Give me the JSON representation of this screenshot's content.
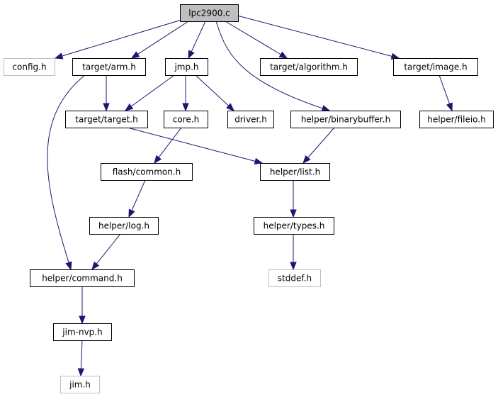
{
  "diagram": {
    "colors": {
      "edge": "#191970",
      "node_border": "#000000",
      "external_border": "#bfbfbf",
      "root_fill": "#bfbfbf",
      "background": "#ffffff"
    },
    "nodes": [
      {
        "id": "lpc2900_c",
        "label": "lpc2900.c",
        "kind": "root"
      },
      {
        "id": "config_h",
        "label": "config.h",
        "kind": "external"
      },
      {
        "id": "target_arm_h",
        "label": "target/arm.h",
        "kind": "normal"
      },
      {
        "id": "jmp_h",
        "label": "jmp.h",
        "kind": "normal"
      },
      {
        "id": "target_algorithm_h",
        "label": "target/algorithm.h",
        "kind": "normal"
      },
      {
        "id": "target_image_h",
        "label": "target/image.h",
        "kind": "normal"
      },
      {
        "id": "target_target_h",
        "label": "target/target.h",
        "kind": "normal"
      },
      {
        "id": "core_h",
        "label": "core.h",
        "kind": "normal"
      },
      {
        "id": "driver_h",
        "label": "driver.h",
        "kind": "normal"
      },
      {
        "id": "helper_binarybuffer_h",
        "label": "helper/binarybuffer.h",
        "kind": "normal"
      },
      {
        "id": "helper_fileio_h",
        "label": "helper/fileio.h",
        "kind": "normal"
      },
      {
        "id": "flash_common_h",
        "label": "flash/common.h",
        "kind": "normal"
      },
      {
        "id": "helper_list_h",
        "label": "helper/list.h",
        "kind": "normal"
      },
      {
        "id": "helper_log_h",
        "label": "helper/log.h",
        "kind": "normal"
      },
      {
        "id": "helper_types_h",
        "label": "helper/types.h",
        "kind": "normal"
      },
      {
        "id": "helper_command_h",
        "label": "helper/command.h",
        "kind": "normal"
      },
      {
        "id": "stddef_h",
        "label": "stddef.h",
        "kind": "external"
      },
      {
        "id": "jim_nvp_h",
        "label": "jim-nvp.h",
        "kind": "normal"
      },
      {
        "id": "jim_h",
        "label": "jim.h",
        "kind": "external"
      }
    ],
    "edges": [
      {
        "from": "lpc2900_c",
        "to": "config_h"
      },
      {
        "from": "lpc2900_c",
        "to": "target_arm_h"
      },
      {
        "from": "lpc2900_c",
        "to": "jmp_h"
      },
      {
        "from": "lpc2900_c",
        "to": "helper_binarybuffer_h"
      },
      {
        "from": "lpc2900_c",
        "to": "target_algorithm_h"
      },
      {
        "from": "lpc2900_c",
        "to": "target_image_h"
      },
      {
        "from": "target_arm_h",
        "to": "target_target_h"
      },
      {
        "from": "target_arm_h",
        "to": "helper_command_h"
      },
      {
        "from": "jmp_h",
        "to": "target_target_h"
      },
      {
        "from": "jmp_h",
        "to": "core_h"
      },
      {
        "from": "jmp_h",
        "to": "driver_h"
      },
      {
        "from": "target_image_h",
        "to": "helper_fileio_h"
      },
      {
        "from": "target_target_h",
        "to": "helper_list_h"
      },
      {
        "from": "core_h",
        "to": "flash_common_h"
      },
      {
        "from": "helper_binarybuffer_h",
        "to": "helper_list_h"
      },
      {
        "from": "flash_common_h",
        "to": "helper_log_h"
      },
      {
        "from": "helper_list_h",
        "to": "helper_types_h"
      },
      {
        "from": "helper_log_h",
        "to": "helper_command_h"
      },
      {
        "from": "helper_types_h",
        "to": "stddef_h"
      },
      {
        "from": "helper_command_h",
        "to": "jim_nvp_h"
      },
      {
        "from": "jim_nvp_h",
        "to": "jim_h"
      }
    ]
  }
}
